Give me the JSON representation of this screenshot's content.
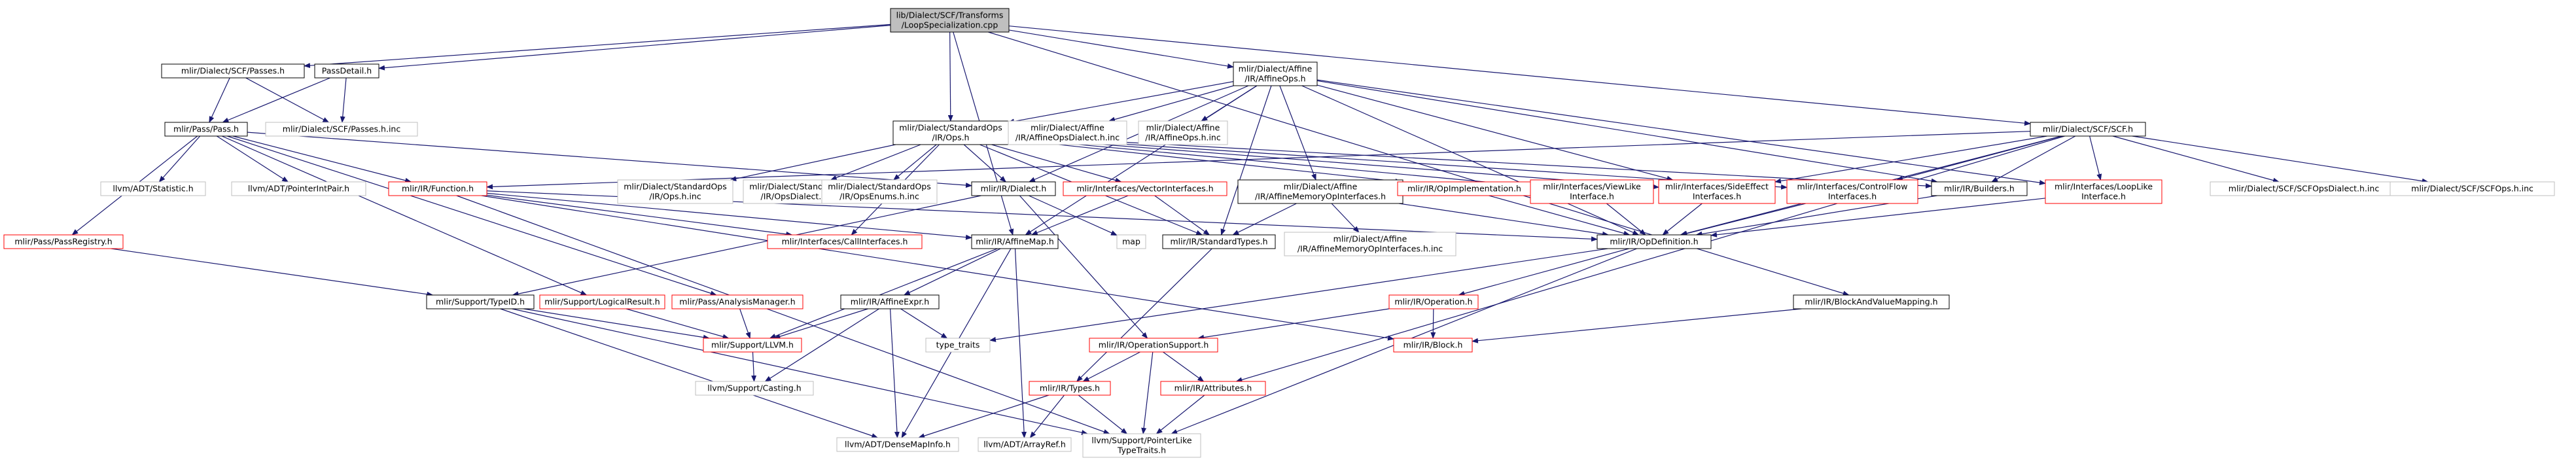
{
  "colors": {
    "background": "#ffffff",
    "root_fill": "#bfbfbf",
    "normal_border": "#000000",
    "truncated_border": "#ff0000",
    "external_border": "#bfbfbf",
    "edge": "#191970"
  },
  "nodes": {
    "loopspec": {
      "lines": [
        "lib/Dialect/SCF/Transforms",
        "/LoopSpecialization.cpp"
      ],
      "kind": "root"
    },
    "scfpasses": {
      "lines": [
        "mlir/Dialect/SCF/Passes.h"
      ],
      "kind": "normal"
    },
    "passdetail": {
      "lines": [
        "PassDetail.h"
      ],
      "kind": "normal"
    },
    "affineops": {
      "lines": [
        "mlir/Dialect/Affine",
        "/IR/AffineOps.h"
      ],
      "kind": "normal"
    },
    "passpass": {
      "lines": [
        "mlir/Pass/Pass.h"
      ],
      "kind": "normal"
    },
    "scfpassesinc": {
      "lines": [
        "mlir/Dialect/SCF/Passes.h.inc"
      ],
      "kind": "external"
    },
    "stdops": {
      "lines": [
        "mlir/Dialect/StandardOps",
        "/IR/Ops.h"
      ],
      "kind": "normal"
    },
    "affineopsdialectinc": {
      "lines": [
        "mlir/Dialect/Affine",
        "/IR/AffineOpsDialect.h.inc"
      ],
      "kind": "external"
    },
    "affineopsinc": {
      "lines": [
        "mlir/Dialect/Affine",
        "/IR/AffineOps.h.inc"
      ],
      "kind": "external"
    },
    "scf": {
      "lines": [
        "mlir/Dialect/SCF/SCF.h"
      ],
      "kind": "normal"
    },
    "llvmstatistic": {
      "lines": [
        "llvm/ADT/Statistic.h"
      ],
      "kind": "external"
    },
    "ptrintpair": {
      "lines": [
        "llvm/ADT/PointerIntPair.h"
      ],
      "kind": "external"
    },
    "irfunction": {
      "lines": [
        "mlir/IR/Function.h"
      ],
      "kind": "truncated"
    },
    "stdopsinc": {
      "lines": [
        "mlir/Dialect/StandardOps",
        "/IR/Ops.h.inc"
      ],
      "kind": "external"
    },
    "stdopsdialectinc": {
      "lines": [
        "mlir/Dialect/StandardOps",
        "/IR/OpsDialect.h.inc"
      ],
      "kind": "external"
    },
    "stdopsenumsinc": {
      "lines": [
        "mlir/Dialect/StandardOps",
        "/IR/OpsEnums.h.inc"
      ],
      "kind": "external"
    },
    "irdialect": {
      "lines": [
        "mlir/IR/Dialect.h"
      ],
      "kind": "normal"
    },
    "vectorifaces": {
      "lines": [
        "mlir/Interfaces/VectorInterfaces.h"
      ],
      "kind": "truncated"
    },
    "affinememopifaces": {
      "lines": [
        "mlir/Dialect/Affine",
        "/IR/AffineMemoryOpInterfaces.h"
      ],
      "kind": "normal"
    },
    "opimpl": {
      "lines": [
        "mlir/IR/OpImplementation.h"
      ],
      "kind": "truncated"
    },
    "viewlike": {
      "lines": [
        "mlir/Interfaces/ViewLike",
        "Interface.h"
      ],
      "kind": "truncated"
    },
    "sideeffect": {
      "lines": [
        "mlir/Interfaces/SideEffect",
        "Interfaces.h"
      ],
      "kind": "truncated"
    },
    "controlflow": {
      "lines": [
        "mlir/Interfaces/ControlFlow",
        "Interfaces.h"
      ],
      "kind": "truncated"
    },
    "builders": {
      "lines": [
        "mlir/IR/Builders.h"
      ],
      "kind": "normal"
    },
    "looplike": {
      "lines": [
        "mlir/Interfaces/LoopLike",
        "Interface.h"
      ],
      "kind": "truncated"
    },
    "scfopsdialectinc": {
      "lines": [
        "mlir/Dialect/SCF/SCFOpsDialect.h.inc"
      ],
      "kind": "external"
    },
    "scfopsinc": {
      "lines": [
        "mlir/Dialect/SCF/SCFOps.h.inc"
      ],
      "kind": "external"
    },
    "passregistry": {
      "lines": [
        "mlir/Pass/PassRegistry.h"
      ],
      "kind": "truncated"
    },
    "callifaces": {
      "lines": [
        "mlir/Interfaces/CallInterfaces.h"
      ],
      "kind": "truncated"
    },
    "affinemap": {
      "lines": [
        "mlir/IR/AffineMap.h"
      ],
      "kind": "normal"
    },
    "map": {
      "lines": [
        "map"
      ],
      "kind": "external"
    },
    "standardtypes": {
      "lines": [
        "mlir/IR/StandardTypes.h"
      ],
      "kind": "normal"
    },
    "affinememopifacesinc": {
      "lines": [
        "mlir/Dialect/Affine",
        "/IR/AffineMemoryOpInterfaces.h.inc"
      ],
      "kind": "external"
    },
    "opdefinition": {
      "lines": [
        "mlir/IR/OpDefinition.h"
      ],
      "kind": "normal"
    },
    "typeid": {
      "lines": [
        "mlir/Support/TypeID.h"
      ],
      "kind": "normal"
    },
    "logicalresult": {
      "lines": [
        "mlir/Support/LogicalResult.h"
      ],
      "kind": "truncated"
    },
    "analysismanager": {
      "lines": [
        "mlir/Pass/AnalysisManager.h"
      ],
      "kind": "truncated"
    },
    "affineexpr": {
      "lines": [
        "mlir/IR/AffineExpr.h"
      ],
      "kind": "normal"
    },
    "irblockmapping": {
      "lines": [
        "mlir/IR/BlockAndValueMapping.h"
      ],
      "kind": "normal"
    },
    "iroperation": {
      "lines": [
        "mlir/IR/Operation.h"
      ],
      "kind": "truncated"
    },
    "typetraits": {
      "lines": [
        "type_traits"
      ],
      "kind": "external"
    },
    "llvmsupport": {
      "lines": [
        "mlir/Support/LLVM.h"
      ],
      "kind": "truncated"
    },
    "opsupport": {
      "lines": [
        "mlir/IR/OperationSupport.h"
      ],
      "kind": "truncated"
    },
    "irblock": {
      "lines": [
        "mlir/IR/Block.h"
      ],
      "kind": "truncated"
    },
    "casting": {
      "lines": [
        "llvm/Support/Casting.h"
      ],
      "kind": "external"
    },
    "irtypes": {
      "lines": [
        "mlir/IR/Types.h"
      ],
      "kind": "truncated"
    },
    "irattributes": {
      "lines": [
        "mlir/IR/Attributes.h"
      ],
      "kind": "truncated"
    },
    "densemapinfo": {
      "lines": [
        "llvm/ADT/DenseMapInfo.h"
      ],
      "kind": "external"
    },
    "arrayref": {
      "lines": [
        "llvm/ADT/ArrayRef.h"
      ],
      "kind": "external"
    },
    "pointerlike": {
      "lines": [
        "llvm/Support/PointerLike",
        "TypeTraits.h"
      ],
      "kind": "external"
    }
  },
  "edges": [
    [
      "loopspec",
      "scfpasses"
    ],
    [
      "loopspec",
      "passdetail"
    ],
    [
      "loopspec",
      "affineops"
    ],
    [
      "loopspec",
      "stdops"
    ],
    [
      "loopspec",
      "scf"
    ],
    [
      "loopspec",
      "irblockmapping"
    ],
    [
      "loopspec",
      "affinemap"
    ],
    [
      "scfpasses",
      "passpass"
    ],
    [
      "scfpasses",
      "scfpassesinc"
    ],
    [
      "passdetail",
      "passpass"
    ],
    [
      "passdetail",
      "scfpassesinc"
    ],
    [
      "affineops",
      "stdops"
    ],
    [
      "affineops",
      "affineopsdialectinc"
    ],
    [
      "affineops",
      "affineopsinc"
    ],
    [
      "affineops",
      "irdialect"
    ],
    [
      "affineops",
      "affinememopifaces"
    ],
    [
      "affineops",
      "opdefinition"
    ],
    [
      "affineops",
      "builders"
    ],
    [
      "affineops",
      "standardtypes"
    ],
    [
      "affineops",
      "sideeffect"
    ],
    [
      "affineops",
      "looplike"
    ],
    [
      "affineops",
      "affinemap"
    ],
    [
      "passpass",
      "llvmstatistic"
    ],
    [
      "passpass",
      "ptrintpair"
    ],
    [
      "passpass",
      "irfunction"
    ],
    [
      "passpass",
      "passregistry"
    ],
    [
      "passpass",
      "analysismanager"
    ],
    [
      "passpass",
      "logicalresult"
    ],
    [
      "passpass",
      "irdialect"
    ],
    [
      "stdops",
      "stdopsinc"
    ],
    [
      "stdops",
      "stdopsdialectinc"
    ],
    [
      "stdops",
      "stdopsenumsinc"
    ],
    [
      "stdops",
      "irdialect"
    ],
    [
      "stdops",
      "vectorifaces"
    ],
    [
      "stdops",
      "opimpl"
    ],
    [
      "stdops",
      "viewlike"
    ],
    [
      "stdops",
      "sideeffect"
    ],
    [
      "stdops",
      "controlflow"
    ],
    [
      "stdops",
      "builders"
    ],
    [
      "stdops",
      "callifaces"
    ],
    [
      "stdops",
      "standardtypes"
    ],
    [
      "scf",
      "scfopsdialectinc"
    ],
    [
      "scf",
      "scfopsinc"
    ],
    [
      "scf",
      "builders"
    ],
    [
      "scf",
      "looplike"
    ],
    [
      "scf",
      "sideeffect"
    ],
    [
      "scf",
      "controlflow"
    ],
    [
      "scf",
      "opdefinition"
    ],
    [
      "scf",
      "irfunction"
    ],
    [
      "scf",
      "irattributes"
    ],
    [
      "irfunction",
      "affinemap"
    ],
    [
      "irfunction",
      "callifaces"
    ],
    [
      "irfunction",
      "opdefinition"
    ],
    [
      "irfunction",
      "irblock"
    ],
    [
      "irfunction",
      "pointerlike"
    ],
    [
      "irdialect",
      "opsupport"
    ],
    [
      "irdialect",
      "typeid"
    ],
    [
      "irdialect",
      "map"
    ],
    [
      "vectorifaces",
      "affinemap"
    ],
    [
      "vectorifaces",
      "standardtypes"
    ],
    [
      "affinememopifaces",
      "affinememopifacesinc"
    ],
    [
      "affinememopifaces",
      "opdefinition"
    ],
    [
      "affinememopifaces",
      "standardtypes"
    ],
    [
      "opimpl",
      "opdefinition"
    ],
    [
      "viewlike",
      "opdefinition"
    ],
    [
      "sideeffect",
      "opdefinition"
    ],
    [
      "controlflow",
      "opdefinition"
    ],
    [
      "builders",
      "opdefinition"
    ],
    [
      "looplike",
      "opdefinition"
    ],
    [
      "passregistry",
      "typeid"
    ],
    [
      "affinemap",
      "affineexpr"
    ],
    [
      "affinemap",
      "densemapinfo"
    ],
    [
      "affinemap",
      "arrayref"
    ],
    [
      "affinemap",
      "llvmsupport"
    ],
    [
      "standardtypes",
      "irtypes"
    ],
    [
      "opdefinition",
      "iroperation"
    ],
    [
      "opdefinition",
      "typetraits"
    ],
    [
      "opdefinition",
      "pointerlike"
    ],
    [
      "typeid",
      "llvmsupport"
    ],
    [
      "typeid",
      "densemapinfo"
    ],
    [
      "typeid",
      "pointerlike"
    ],
    [
      "logicalresult",
      "llvmsupport"
    ],
    [
      "analysismanager",
      "llvmsupport"
    ],
    [
      "affineexpr",
      "llvmsupport"
    ],
    [
      "affineexpr",
      "typetraits"
    ],
    [
      "affineexpr",
      "casting"
    ],
    [
      "affineexpr",
      "densemapinfo"
    ],
    [
      "irblockmapping",
      "irblock"
    ],
    [
      "iroperation",
      "irblock"
    ],
    [
      "iroperation",
      "opsupport"
    ],
    [
      "llvmsupport",
      "casting"
    ],
    [
      "opsupport",
      "irtypes"
    ],
    [
      "opsupport",
      "irattributes"
    ],
    [
      "opsupport",
      "pointerlike"
    ],
    [
      "irtypes",
      "densemapinfo"
    ],
    [
      "irtypes",
      "arrayref"
    ],
    [
      "irtypes",
      "pointerlike"
    ],
    [
      "irattributes",
      "pointerlike"
    ]
  ]
}
